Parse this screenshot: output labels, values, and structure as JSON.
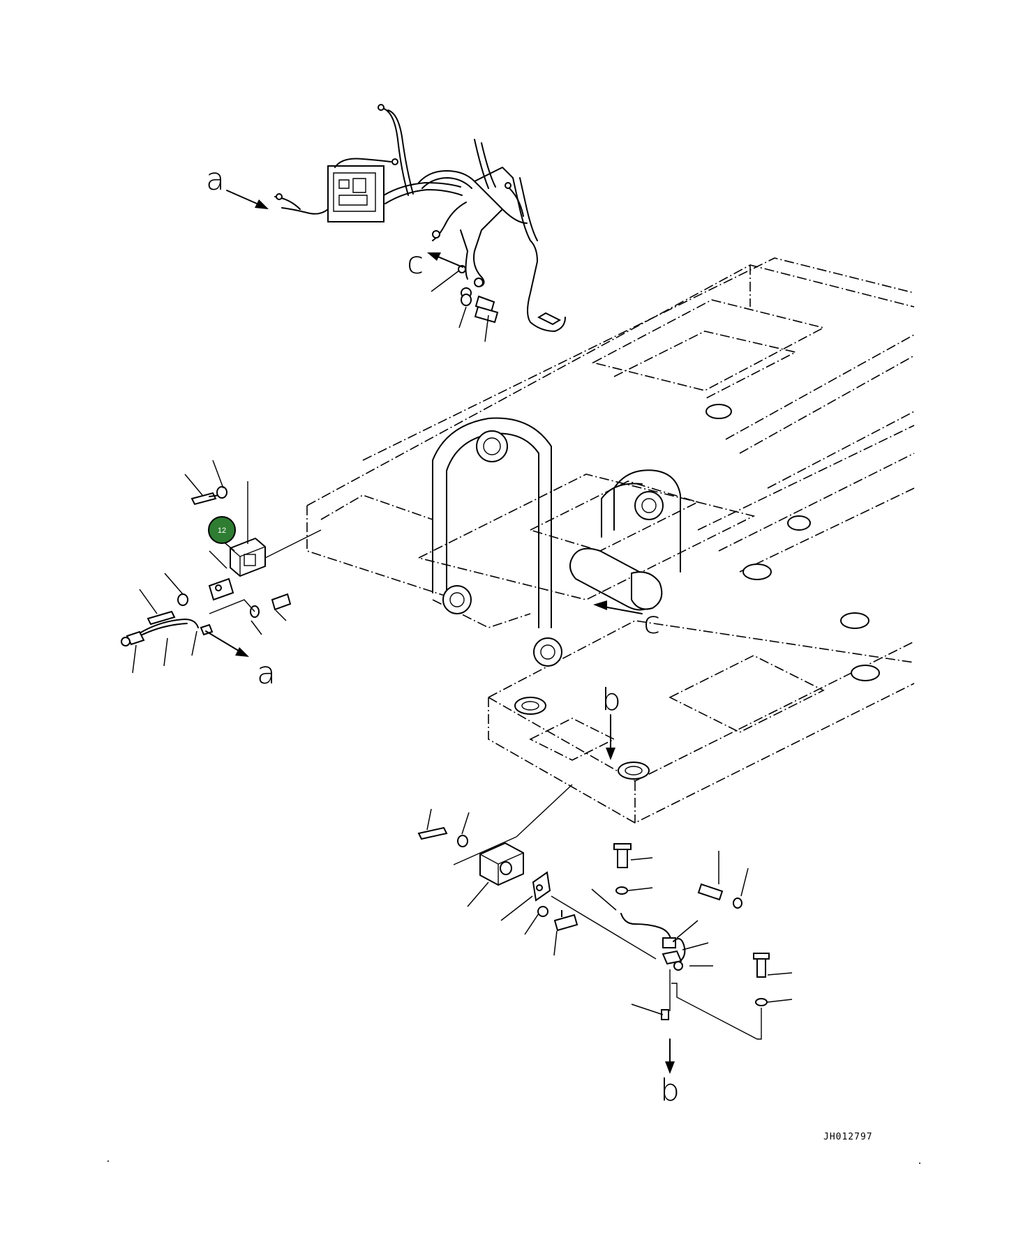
{
  "drawing_number": "JH012797",
  "callout": {
    "number": "12",
    "color": "#2e7d32"
  },
  "refs": [
    "a",
    "c",
    "c",
    "a",
    "b",
    "b"
  ]
}
